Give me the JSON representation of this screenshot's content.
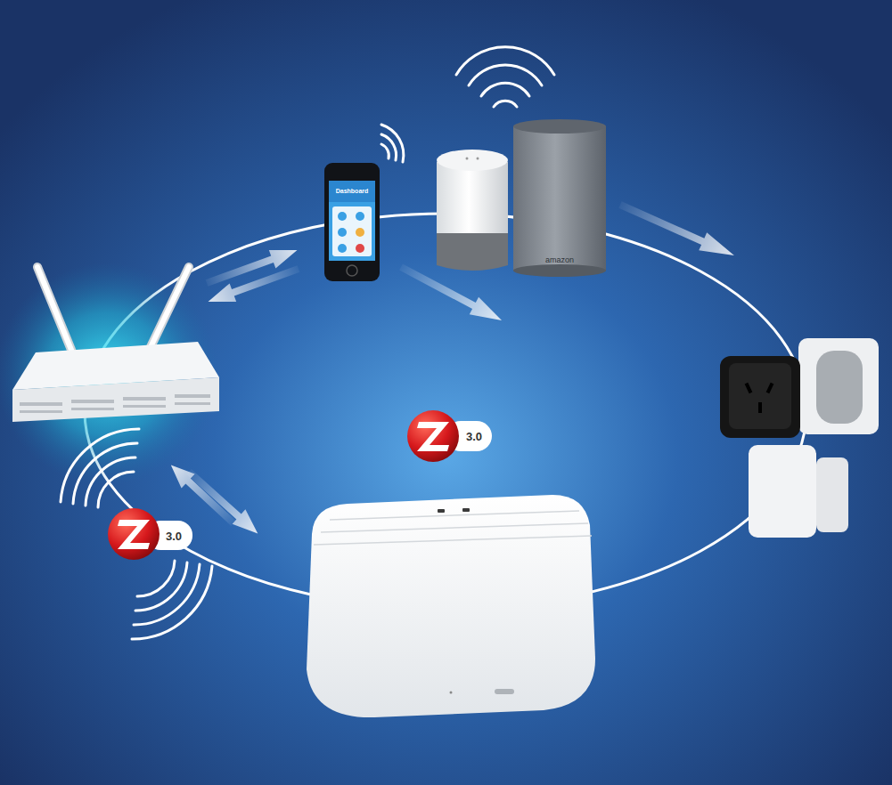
{
  "diagram": {
    "labels": [
      "Dashboard",
      "amazon",
      "3.0",
      "3.0"
    ]
  }
}
